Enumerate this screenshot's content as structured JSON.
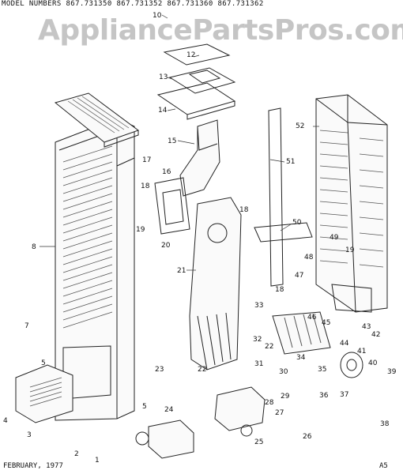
{
  "header": {
    "model_numbers": "MODEL NUMBERS 867.731350 867.731352 867.731360 867.731362"
  },
  "watermark": "AppliancePartsPros.com",
  "footer": {
    "date": "FEBRUARY, 1977",
    "page": "A5"
  },
  "callouts": [
    "10",
    "12",
    "13",
    "14",
    "15",
    "16",
    "17",
    "18",
    "19",
    "20",
    "21",
    "18",
    "8",
    "51",
    "52",
    "50",
    "19",
    "49",
    "48",
    "47",
    "18",
    "33",
    "46",
    "45",
    "44",
    "43",
    "42",
    "7",
    "32",
    "22",
    "34",
    "31",
    "35",
    "30",
    "41",
    "40",
    "39",
    "5",
    "23",
    "22",
    "29",
    "36",
    "37",
    "4",
    "3",
    "5",
    "28",
    "27",
    "24",
    "26",
    "25",
    "38",
    "2",
    "1"
  ]
}
